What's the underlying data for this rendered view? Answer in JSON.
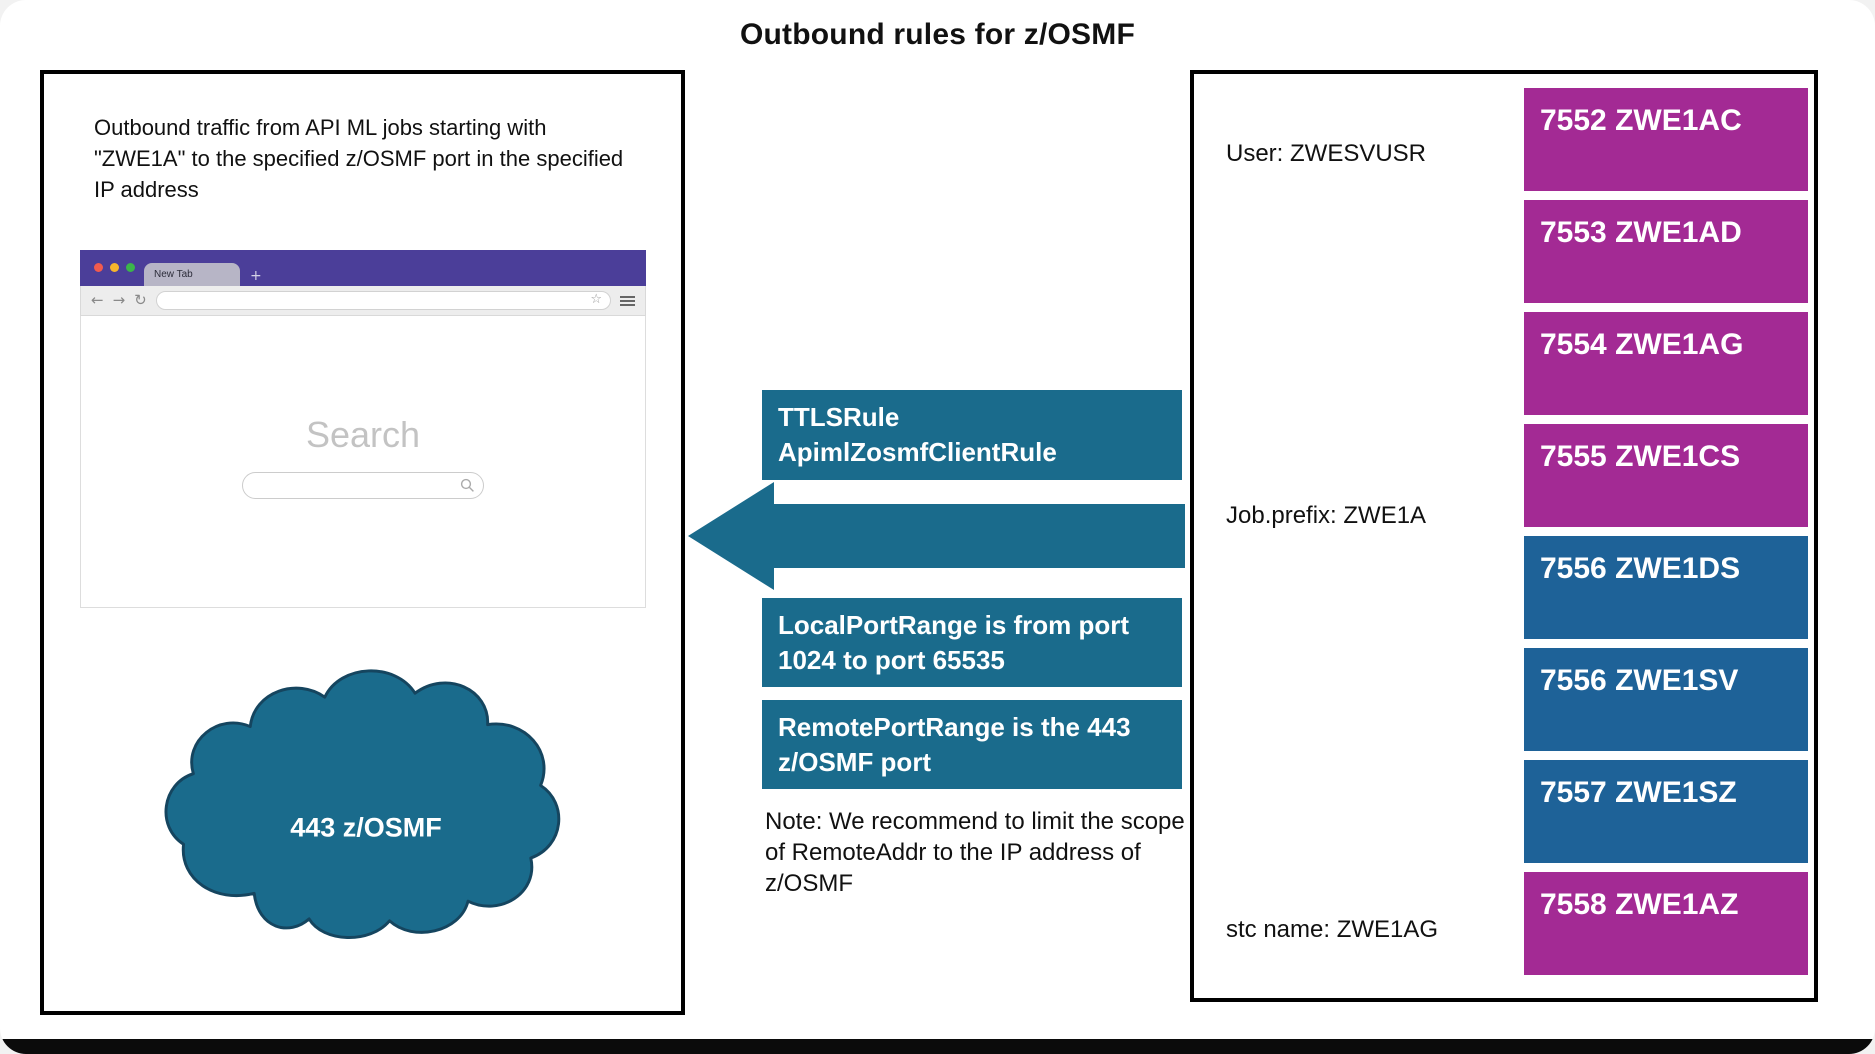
{
  "title": "Outbound rules for z/OSMF",
  "left_panel": {
    "description": "Outbound traffic from API ML jobs starting with \"ZWE1A\" to the specified z/OSMF port in the specified IP address",
    "browser": {
      "tab_label": "New Tab",
      "icons": {
        "back": "←",
        "forward": "→",
        "reload": "↻",
        "star": "☆",
        "plus": "+"
      },
      "search_heading": "Search"
    },
    "cloud_label": "443 z/OSMF"
  },
  "middle": {
    "ttls_rule": "TTLSRule\nApimlZosmfClientRule",
    "local_port_text": "LocalPortRange is from port 1024 to port 65535",
    "remote_port_text": "RemotePortRange is the 443 z/OSMF port",
    "note_text": "Note: We recommend to limit the scope of RemoteAddr to the IP address of z/OSMF"
  },
  "right_panel": {
    "user_label": "User: ZWESVUSR",
    "job_prefix_label": "Job.prefix: ZWE1A",
    "stc_name_label": "stc name: ZWE1AG",
    "ports": [
      {
        "label": "7552 ZWE1AC",
        "color": "magenta"
      },
      {
        "label": "7553 ZWE1AD",
        "color": "magenta"
      },
      {
        "label": "7554 ZWE1AG",
        "color": "magenta"
      },
      {
        "label": "7555 ZWE1CS",
        "color": "magenta"
      },
      {
        "label": "7556 ZWE1DS",
        "color": "blue"
      },
      {
        "label": "7556 ZWE1SV",
        "color": "blue"
      },
      {
        "label": "7557 ZWE1SZ",
        "color": "blue"
      },
      {
        "label": "7558 ZWE1AZ",
        "color": "magenta"
      }
    ]
  },
  "colors": {
    "teal": "#1a6b8c",
    "blue": "#1e6298",
    "magenta": "#a32a94",
    "browser_purple": "#4b3e99",
    "dot_red": "#f15b4e",
    "dot_yellow": "#f7b52c",
    "dot_green": "#3bb54a"
  }
}
